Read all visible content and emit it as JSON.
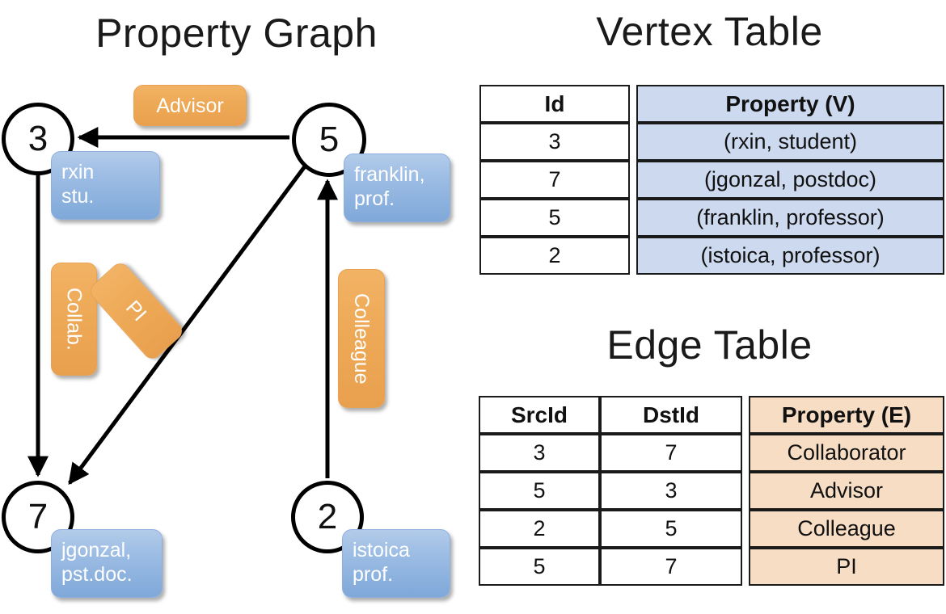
{
  "titles": {
    "property_graph": "Property Graph",
    "vertex_table": "Vertex Table",
    "edge_table": "Edge Table"
  },
  "graph": {
    "vertices": [
      {
        "id": "3",
        "property": "rxin\nstu."
      },
      {
        "id": "5",
        "property": "franklin,\nprof."
      },
      {
        "id": "7",
        "property": "jgonzal,\npst.doc."
      },
      {
        "id": "2",
        "property": "istoica\nprof."
      }
    ],
    "vertex_labels": {
      "v3": "3",
      "v5": "5",
      "v7": "7",
      "v2": "2"
    },
    "property_boxes": {
      "rxin_line1": "rxin",
      "rxin_line2": "stu.",
      "franklin_line1": "franklin,",
      "franklin_line2": "prof.",
      "jgonzal_line1": "jgonzal,",
      "jgonzal_line2": "pst.doc.",
      "istoica_line1": "istoica",
      "istoica_line2": "prof."
    },
    "edge_labels": {
      "advisor": "Advisor",
      "collab": "Collab.",
      "pi": "PI",
      "colleague": "Colleague"
    }
  },
  "vertex_table": {
    "headers": [
      "Id",
      "Property (V)"
    ],
    "rows": [
      {
        "id": "3",
        "property": "(rxin, student)"
      },
      {
        "id": "7",
        "property": "(jgonzal, postdoc)"
      },
      {
        "id": "5",
        "property": "(franklin, professor)"
      },
      {
        "id": "2",
        "property": "(istoica, professor)"
      }
    ]
  },
  "edge_table": {
    "headers": [
      "SrcId",
      "DstId",
      "Property (E)"
    ],
    "rows": [
      {
        "src": "3",
        "dst": "7",
        "property": "Collaborator"
      },
      {
        "src": "5",
        "dst": "3",
        "property": "Advisor"
      },
      {
        "src": "2",
        "dst": "5",
        "property": "Colleague"
      },
      {
        "src": "5",
        "dst": "7",
        "property": "PI"
      }
    ]
  },
  "colors": {
    "vertex_property_fill": "#ccd9ee",
    "edge_property_fill": "#f6ddc3",
    "orange_label": "#eeaa58",
    "blue_label": "#9dbde4",
    "stroke": "#000000",
    "background": "#ffffff"
  }
}
